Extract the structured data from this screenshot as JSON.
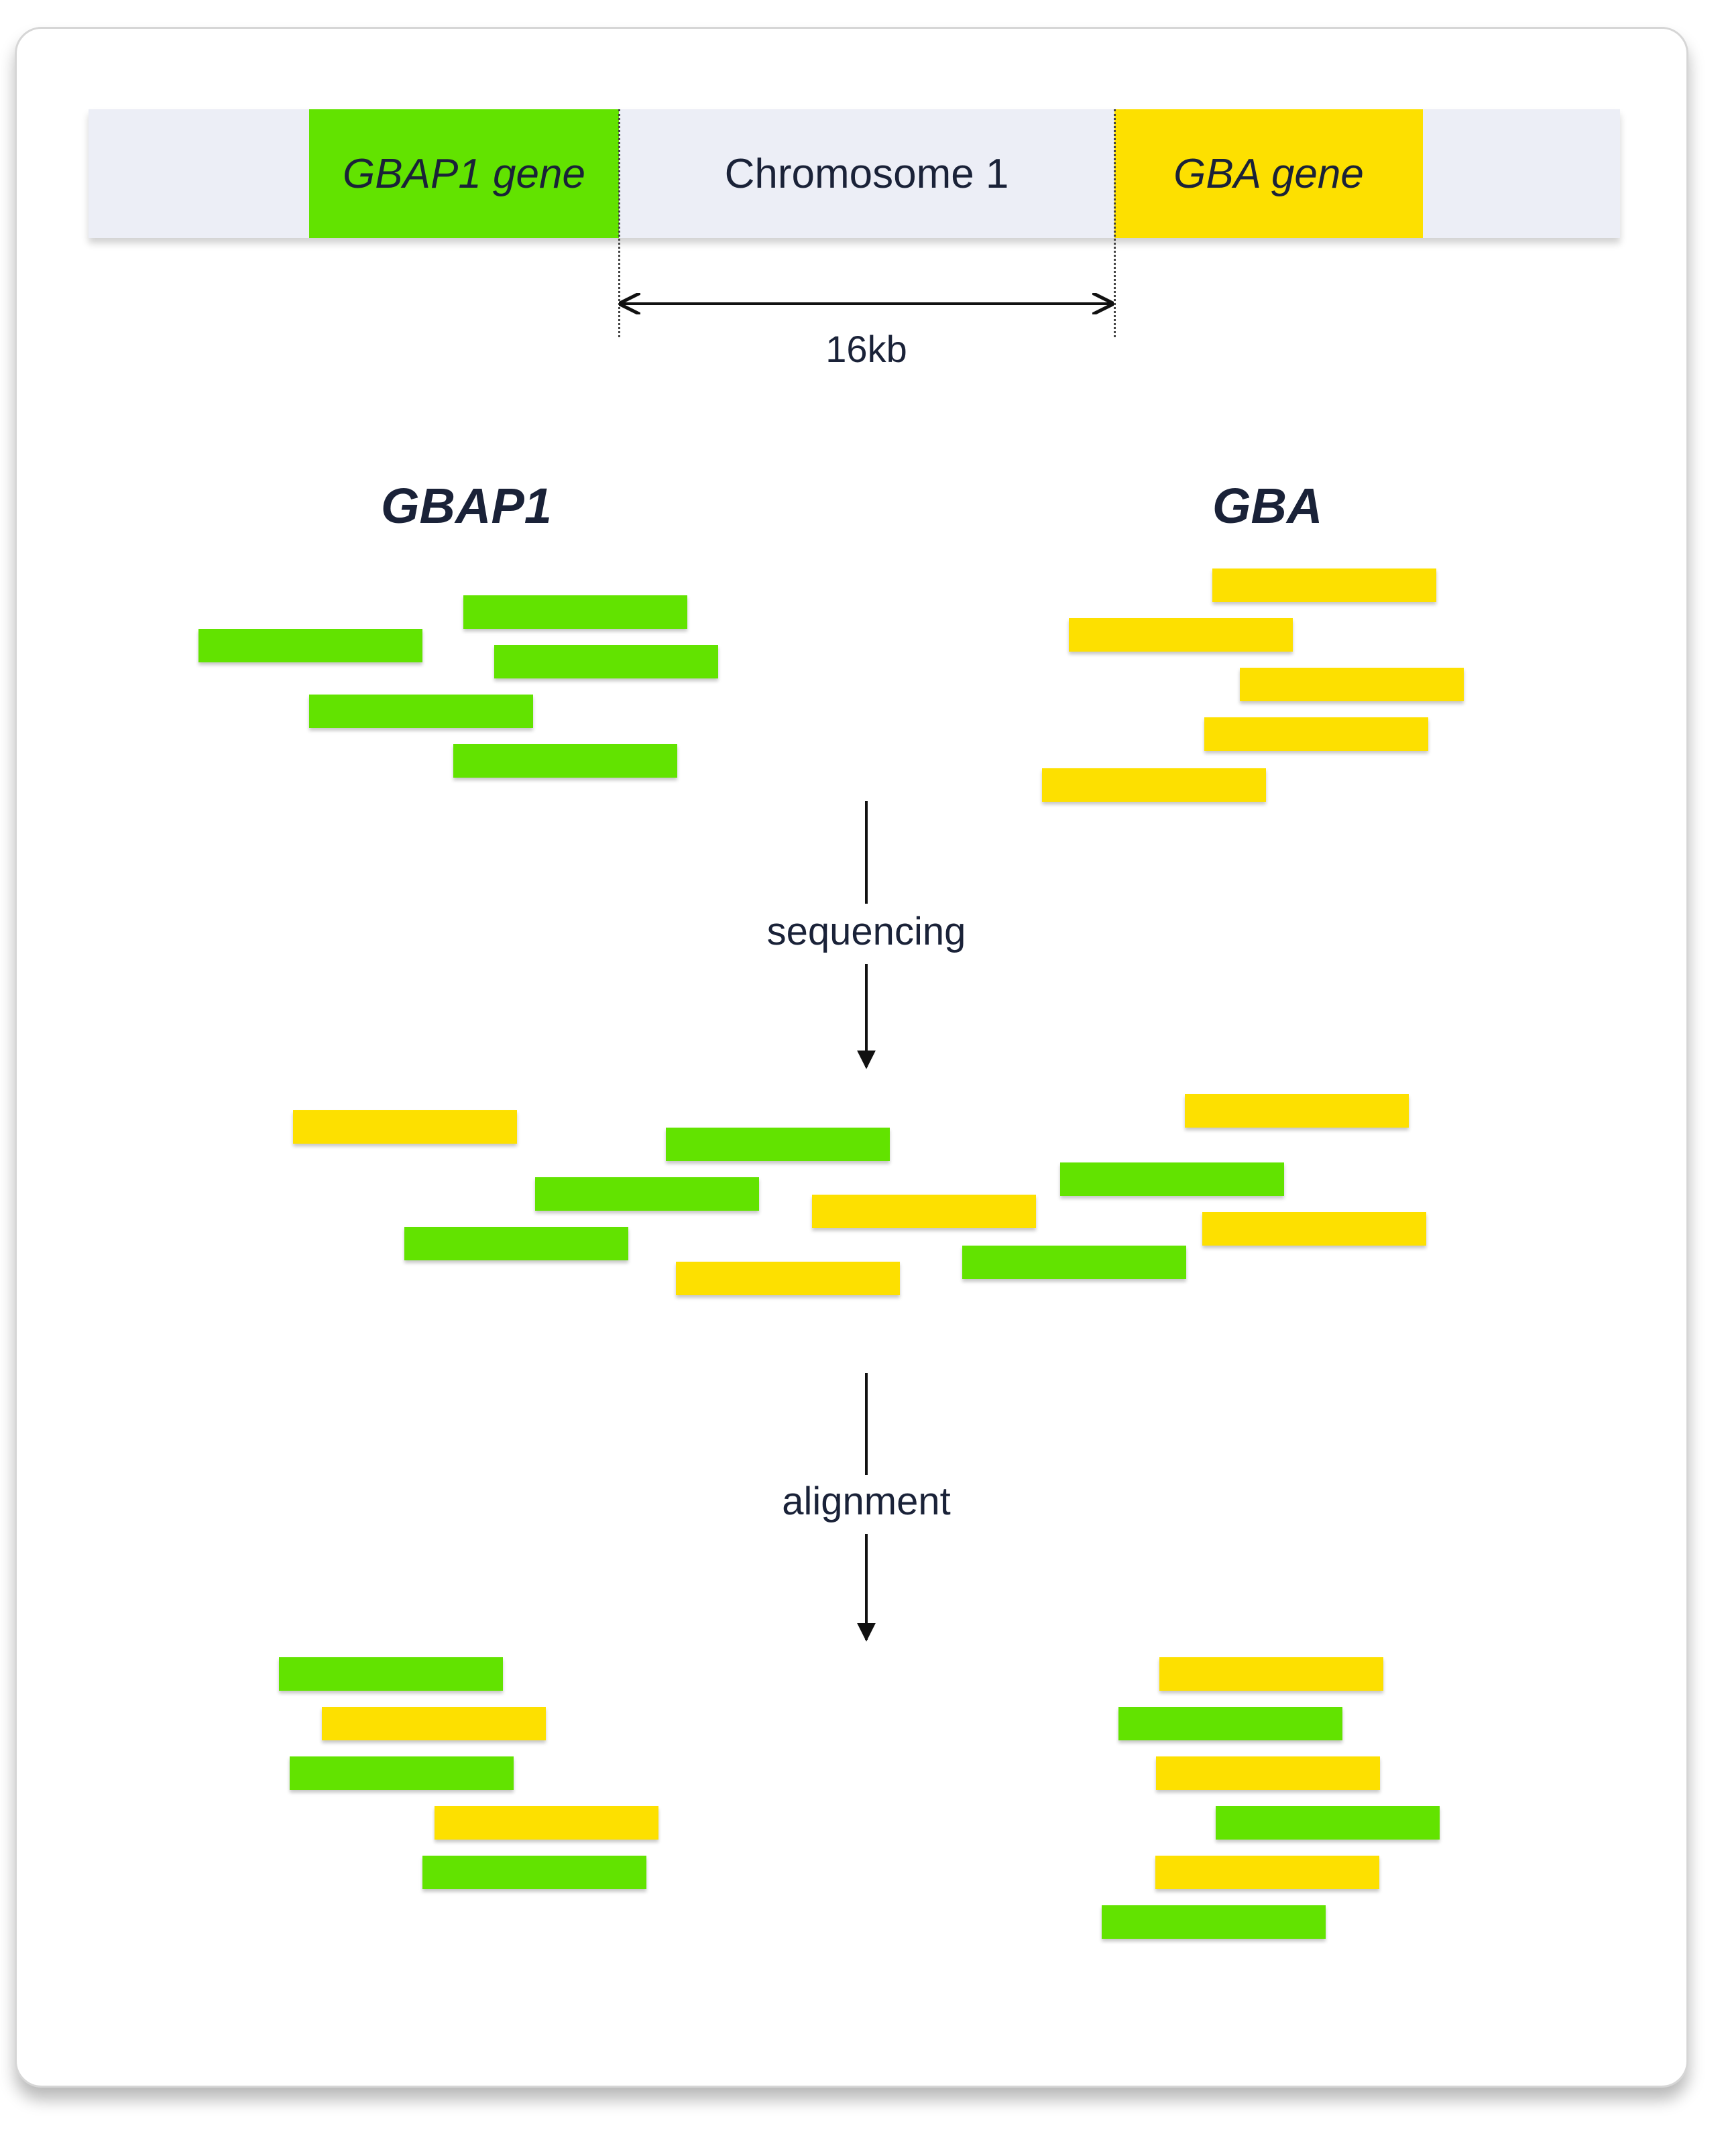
{
  "colors": {
    "gbap1": "#62e300",
    "gba": "#fde000",
    "chromosome": "#eceef6",
    "text": "#1a2238"
  },
  "chromosome": {
    "gbap1_label": "GBAP1 gene",
    "center_label": "Chromosome 1",
    "gba_label": "GBA gene",
    "distance_label": "16kb"
  },
  "groups": {
    "gbap1_title": "GBAP1",
    "gba_title": "GBA"
  },
  "steps": {
    "sequencing": "sequencing",
    "alignment": "alignment"
  }
}
